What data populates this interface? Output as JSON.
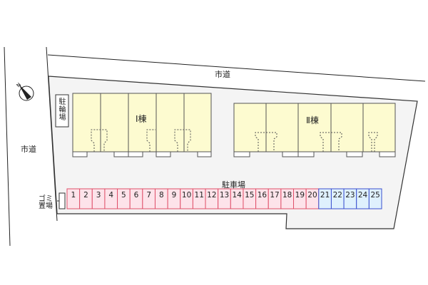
{
  "roads": {
    "top": "市道",
    "left": "市道"
  },
  "bicycle_parking": "駐輪場",
  "building_1": "Ⅰ棟",
  "building_2": "Ⅱ棟",
  "parking_label": "駐車場",
  "garbage_label": "ゴミ置場",
  "parking_spots": [
    "1",
    "2",
    "3",
    "4",
    "5",
    "6",
    "7",
    "8",
    "9",
    "10",
    "11",
    "12",
    "13",
    "14",
    "15",
    "16",
    "17",
    "18",
    "19",
    "20",
    "21",
    "22",
    "23",
    "24",
    "25"
  ],
  "colors": {
    "lot": "#f4f4f4",
    "building": "#fdfbd0",
    "spot_red_fill": "#fde3ea",
    "spot_red_border": "#e0506a",
    "spot_blue_fill": "#dff1fd",
    "spot_blue_border": "#3a4fcf"
  },
  "north_indicator": "N"
}
